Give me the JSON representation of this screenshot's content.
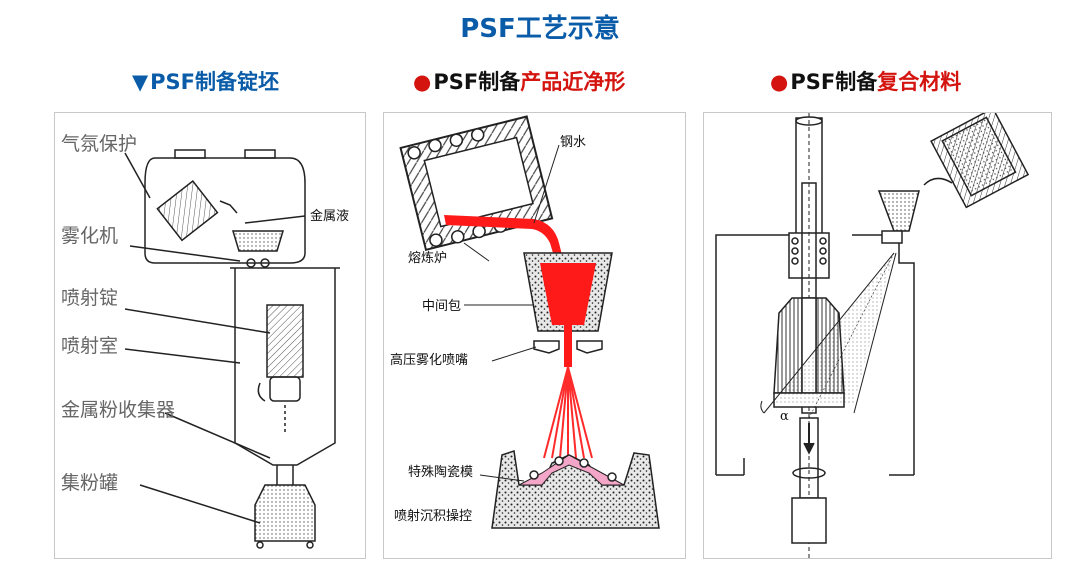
{
  "title": "PSF工艺示意",
  "colors": {
    "title_blue": "#0a5ca8",
    "accent_red": "#d4140f",
    "steel_red": "#ff1a1a"
  },
  "panels": [
    {
      "heading_marker": "▼",
      "heading_prefix": "PSF制备锭坯",
      "heading_suffix": "",
      "labels": [
        "气氛保护",
        "金属液",
        "雾化机",
        "喷射锭",
        "喷射室",
        "金属粉收集器",
        "集粉罐"
      ]
    },
    {
      "heading_marker": "●",
      "heading_prefix": "PSF制备",
      "heading_suffix": "产品近净形",
      "labels": [
        "钢水",
        "熔炼炉",
        "中间包",
        "高压雾化喷嘴",
        "特殊陶瓷模",
        "喷射沉积操控"
      ]
    },
    {
      "heading_marker": "●",
      "heading_prefix": "PSF制备",
      "heading_suffix": "复合材料",
      "labels": [
        "α"
      ]
    }
  ]
}
